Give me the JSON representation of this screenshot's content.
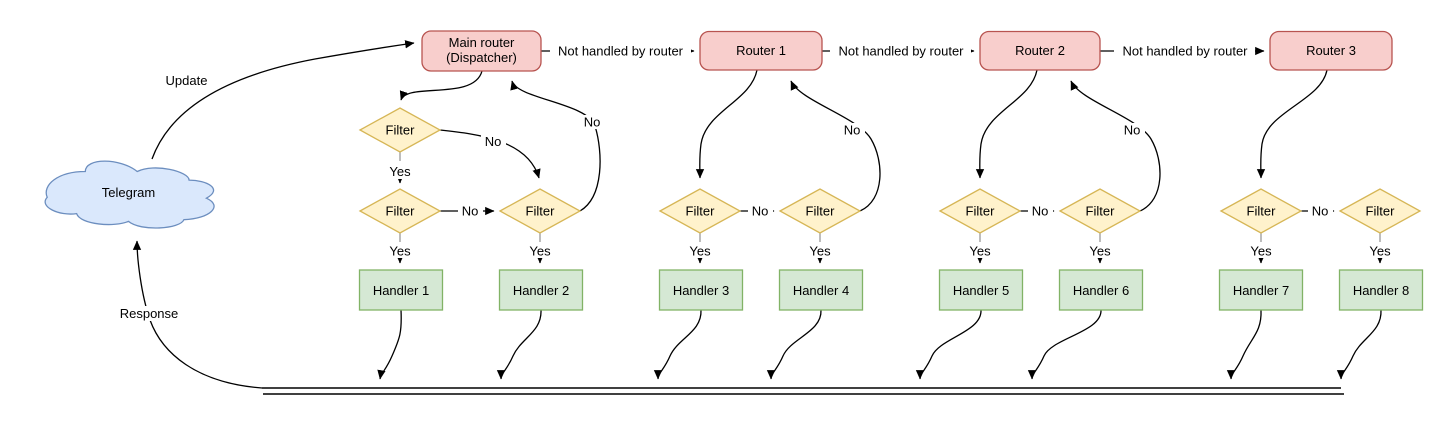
{
  "cloud": {
    "label": "Telegram"
  },
  "labels": {
    "update": "Update",
    "response": "Response",
    "not_handled": "Not handled by router",
    "filter": "Filter",
    "yes": "Yes",
    "no": "No"
  },
  "main_router": {
    "line1": "Main router",
    "line2": "(Dispatcher)"
  },
  "routers": [
    "Router 1",
    "Router 2",
    "Router 3"
  ],
  "handlers": [
    "Handler 1",
    "Handler 2",
    "Handler 3",
    "Handler 4",
    "Handler 5",
    "Handler 6",
    "Handler 7",
    "Handler 8"
  ],
  "colors": {
    "router_fill": "#f8cecc",
    "router_stroke": "#b85450",
    "filter_fill": "#fff2cc",
    "filter_stroke": "#d6b656",
    "handler_fill": "#d5e8d4",
    "handler_stroke": "#82b366",
    "cloud_fill": "#dae8fc",
    "cloud_stroke": "#6c8ebf",
    "edge": "#000000",
    "stub": "#999999"
  }
}
